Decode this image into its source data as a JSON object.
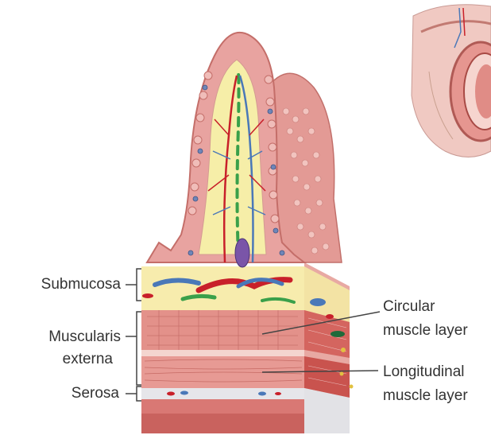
{
  "labels": {
    "submucosa": "Submucosa",
    "muscularis_line1": "Muscularis",
    "muscularis_line2": "externa",
    "serosa": "Serosa",
    "circular_line1": "Circular",
    "circular_line2": "muscle layer",
    "longitudinal_line1": "Longitudinal",
    "longitudinal_line2": "muscle layer"
  },
  "colors": {
    "mucosa_pink": "#e8a3a0",
    "villus_core_yellow": "#f6eea8",
    "submucosa_yellow": "#f7ecad",
    "muscle_red": "#d97f7a",
    "artery_red": "#c8202a",
    "vein_blue": "#4a78b8",
    "lymph_green": "#3aa04a",
    "serosa_grey": "#e6e6ea"
  }
}
